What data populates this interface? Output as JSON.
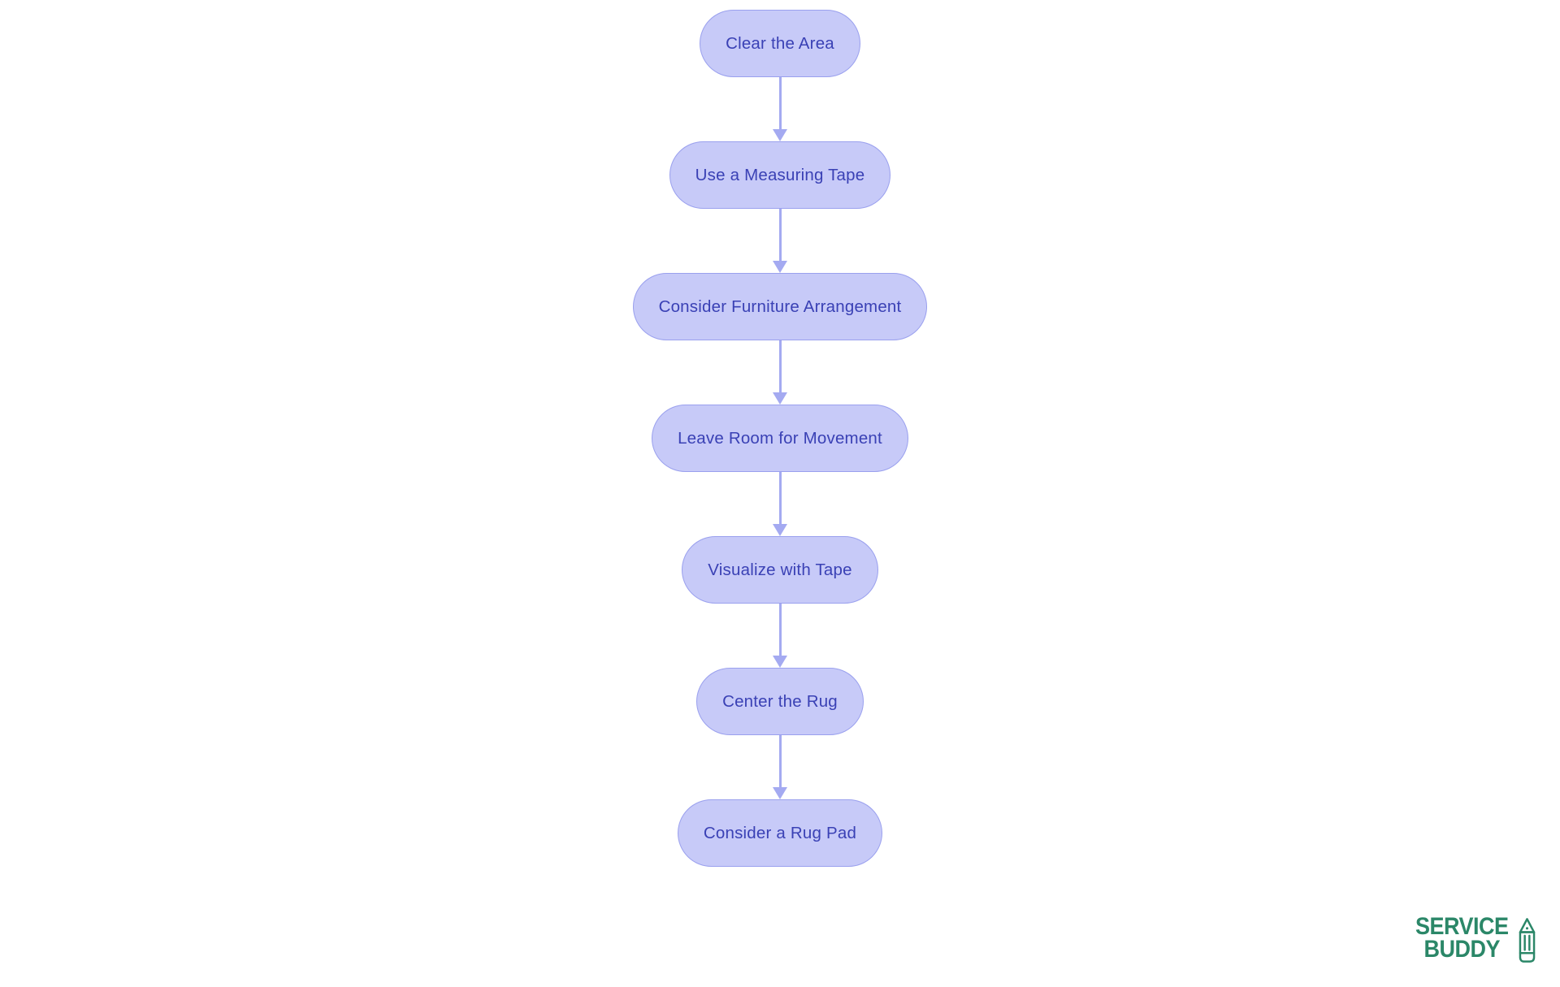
{
  "diagram": {
    "type": "flowchart",
    "direction": "top-to-bottom",
    "nodes": [
      {
        "label": "Clear the Area"
      },
      {
        "label": "Use a Measuring Tape"
      },
      {
        "label": "Consider Furniture Arrangement"
      },
      {
        "label": "Leave Room for Movement"
      },
      {
        "label": "Visualize with Tape"
      },
      {
        "label": "Center the Rug"
      },
      {
        "label": "Consider a Rug Pad"
      }
    ],
    "edges": [
      {
        "from": 0,
        "to": 1
      },
      {
        "from": 1,
        "to": 2
      },
      {
        "from": 2,
        "to": 3
      },
      {
        "from": 3,
        "to": 4
      },
      {
        "from": 4,
        "to": 5
      },
      {
        "from": 5,
        "to": 6
      }
    ],
    "colors": {
      "node_fill": "#c7caf8",
      "node_border": "#9aa0ee",
      "node_text": "#3a41b5",
      "arrow": "#a4aaf1"
    }
  },
  "logo": {
    "line1": "SERVICE",
    "line2": "BUDDY",
    "color": "#2b8768",
    "icon": "pencil-icon"
  }
}
